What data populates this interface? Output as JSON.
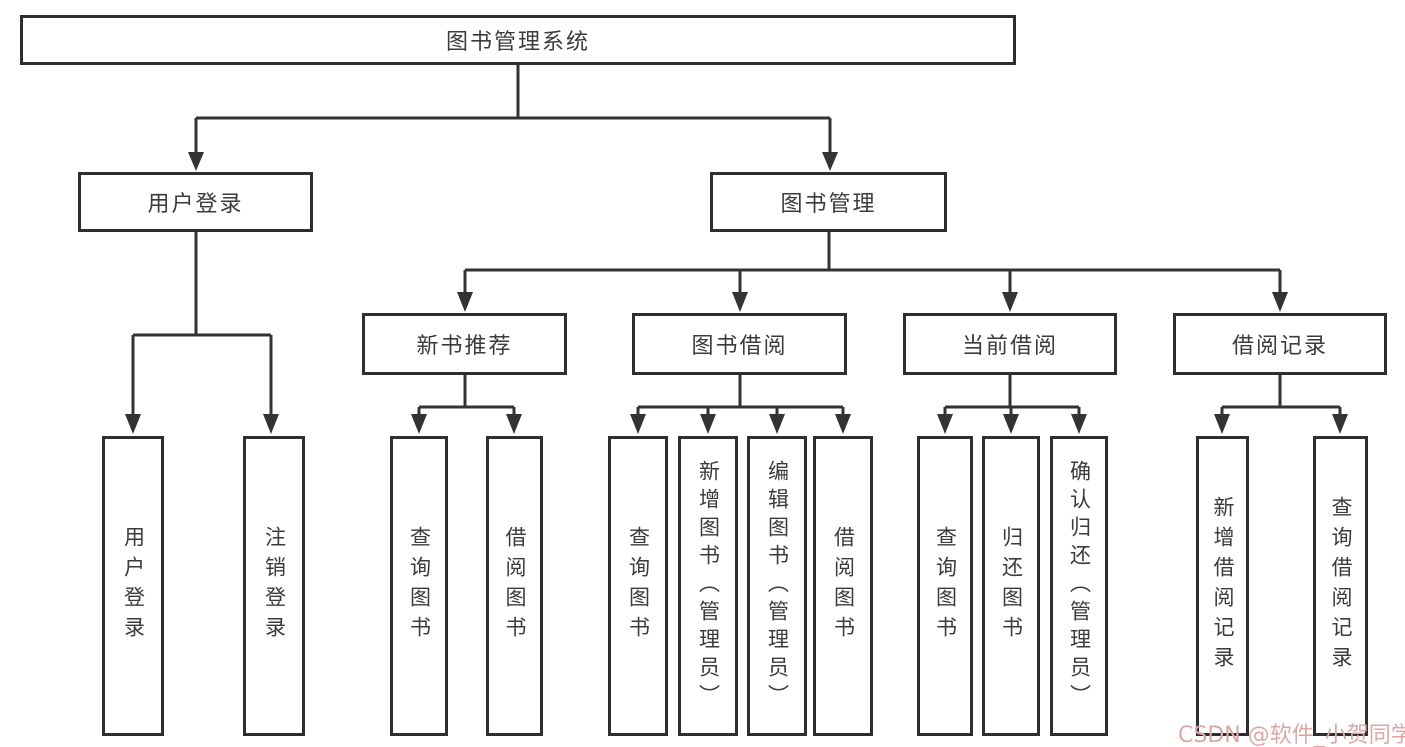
{
  "diagram_title": "图书管理系统",
  "tree": {
    "label": "图书管理系统",
    "children": [
      {
        "label": "用户登录",
        "children": [
          {
            "label": "用户登录"
          },
          {
            "label": "注销登录"
          }
        ]
      },
      {
        "label": "图书管理",
        "children": [
          {
            "label": "新书推荐",
            "children": [
              {
                "label": "查询图书"
              },
              {
                "label": "借阅图书"
              }
            ]
          },
          {
            "label": "图书借阅",
            "children": [
              {
                "label": "查询图书"
              },
              {
                "label": "新增图书（管理员）"
              },
              {
                "label": "编辑图书（管理员）"
              },
              {
                "label": "借阅图书"
              }
            ]
          },
          {
            "label": "当前借阅",
            "children": [
              {
                "label": "查询图书"
              },
              {
                "label": "归还图书"
              },
              {
                "label": "确认归还（管理员）"
              }
            ]
          },
          {
            "label": "借阅记录",
            "children": [
              {
                "label": "新增借阅记录"
              },
              {
                "label": "查询借阅记录"
              }
            ]
          }
        ]
      }
    ]
  },
  "watermark": {
    "text": "CSDN @软件_小贺同学"
  },
  "colors": {
    "line": "#333333",
    "box_border": "#2e2e2e",
    "text": "#3b3b3b",
    "background": "#ffffff",
    "watermark": "#dba8a6"
  }
}
